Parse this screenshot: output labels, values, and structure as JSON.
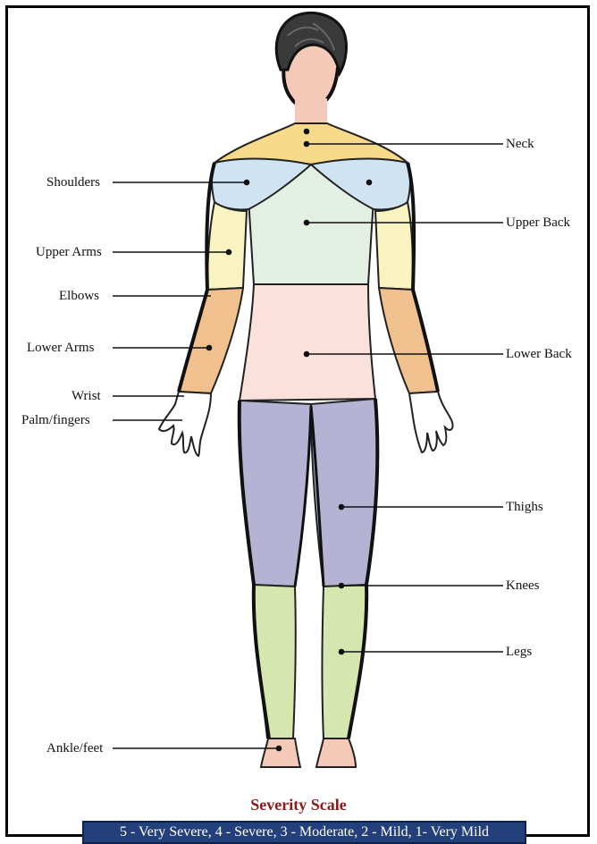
{
  "labels": {
    "neck": "Neck",
    "shoulders": "Shoulders",
    "upper_back": "Upper Back",
    "upper_arms": "Upper Arms",
    "elbows": "Elbows",
    "lower_arms": "Lower Arms",
    "lower_back": "Lower Back",
    "wrist": "Wrist",
    "palm_fingers": "Palm/fingers",
    "thighs": "Thighs",
    "knees": "Knees",
    "legs": "Legs",
    "ankle_feet": "Ankle/feet"
  },
  "severity": {
    "title": "Severity Scale",
    "scale_text": "5 - Very Severe, 4 - Severe, 3 - Moderate, 2 - Mild, 1- Very Mild"
  },
  "colors": {
    "hair": "#3a3a3a",
    "skin": "#f4c9b8",
    "neck_region": "#f7d98a",
    "shoulders_region": "#cfe3f3",
    "upper_back_region": "#e3efe3",
    "upper_arm_region": "#f8f3c1",
    "lower_arm_region": "#f0c08f",
    "lower_back_region": "#fbe1db",
    "thigh_region": "#b4b3d3",
    "leg_region": "#d5e6ae",
    "scale_title": "#8b1a1a",
    "scale_bar": "#23407a"
  }
}
